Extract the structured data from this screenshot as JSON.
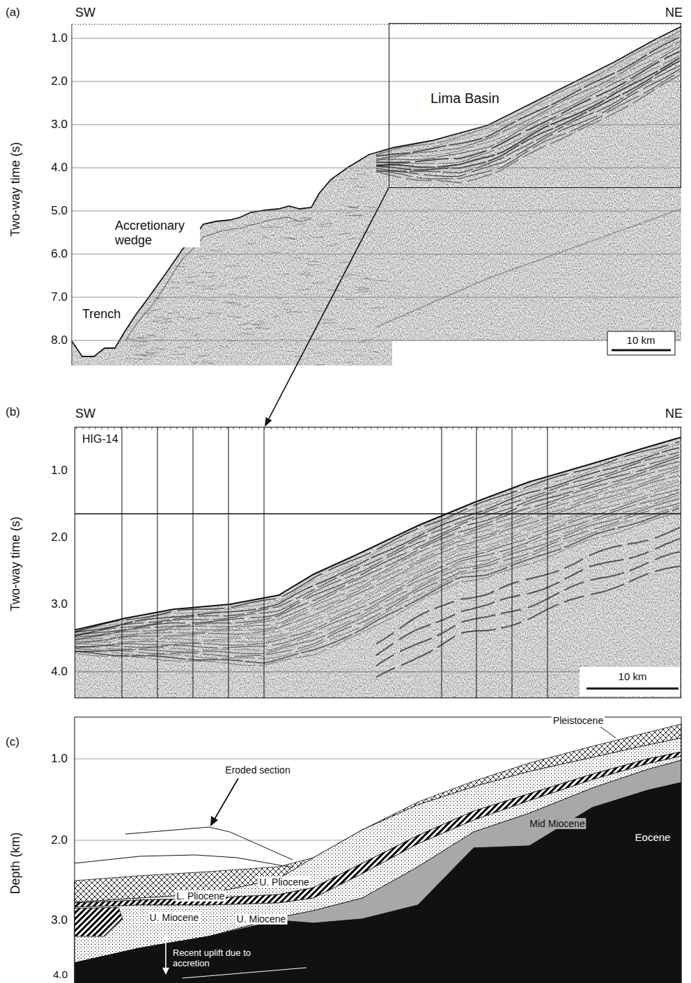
{
  "diagram": {
    "nodes": [
      {
        "text": [
          "Lima Basin"
        ]
      },
      {
        "text": [
          "HIG-14"
        ]
      }
    ],
    "edges": [
      {
        "from": 0,
        "to": 1,
        "arrow": "to"
      }
    ],
    "labels": [
      "(a)",
      "SW",
      "NE",
      "1.0",
      "2.0",
      "3.0",
      "4.0",
      "5.0",
      "6.0",
      "7.0",
      "8.0",
      "Two-way time (s)",
      "Accretionary wedge",
      "Trench",
      "10 km",
      "(b)",
      "SW",
      "NE",
      "1.0",
      "2.0",
      "3.0",
      "4.0",
      "Two-way time (s)",
      "10 km",
      "(c)",
      "Pleistocene",
      "1.0",
      "Eroded section",
      "Mid Miocene",
      "Eocene",
      "2.0",
      "U. Pliocene",
      "L. Pliocene",
      "U. Miocene",
      "U. Miocene",
      "3.0",
      "Recent uplift due to accretion",
      "4.0",
      "Depth (km)"
    ]
  }
}
